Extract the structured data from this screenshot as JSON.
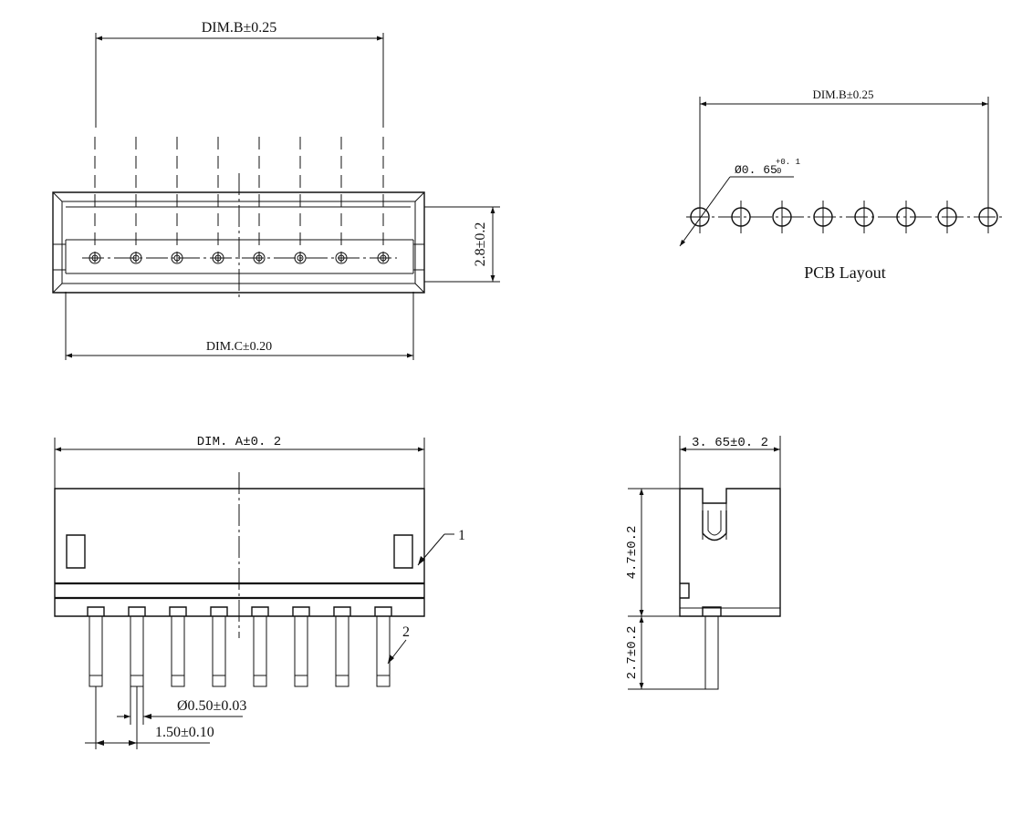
{
  "top_view": {
    "dim_b": "DIM.B±0.25",
    "dim_c": "DIM.C±0.20",
    "height": "2.8±0.2",
    "pin_count": 8
  },
  "pcb_layout": {
    "dim_b": "DIM.B±0.25",
    "hole_prefix": "Ø0. 65",
    "tol_upper": "+0. 1",
    "tol_lower": "0",
    "caption": "PCB Layout"
  },
  "front_view": {
    "dim_a": "DIM. A±0. 2",
    "callout_1": "1",
    "callout_2": "2",
    "pin_diameter": "Ø0.50±0.03",
    "pitch": "1.50±0.10"
  },
  "side_view": {
    "depth": "3. 65±0. 2",
    "body_height": "4.7±0.2",
    "pin_length": "2.7±0.2"
  }
}
